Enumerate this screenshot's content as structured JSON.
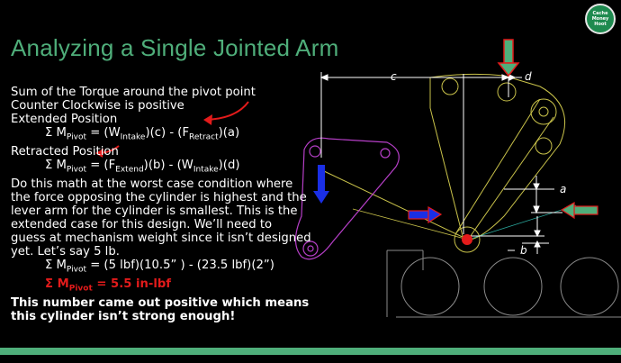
{
  "slide": {
    "title": "Analyzing a Single Jointed Arm",
    "logo_lines": [
      "Cache",
      "Money",
      "Hoot"
    ]
  },
  "body": {
    "line1": "Sum of the Torque around the pivot point",
    "line2": "Counter Clockwise is positive",
    "extended_heading": "Extended Position",
    "eq1": {
      "sigma": "Σ M",
      "sub1": "Pivot",
      "mid1": " = (W",
      "sub2": "Intake",
      "mid2": ")(c) - (F",
      "sub3": "Retract",
      "end": ")(a)"
    },
    "retracted_heading": "Retracted Position",
    "eq2": {
      "sigma": "Σ M",
      "sub1": "Pivot",
      "mid1": " = (F",
      "sub2": "Extend",
      "mid2": ")(b)  - (W",
      "sub3": "Intake",
      "end": ")(d)"
    },
    "paragraph": [
      "Do this math at the worst case condition where",
      "the force opposing the cylinder is highest and the",
      "lever arm for the cylinder is smallest. This is the",
      "extended case for this design. We’ll need to",
      "guess at mechanism weight since it isn’t designed",
      "yet. Let’s say 5 lb."
    ],
    "eq3": {
      "sigma": "Σ M",
      "sub1": "Pivot",
      "end": " = (5 lbf)(10.5” ) - (23.5 lbf)(2”)"
    },
    "result": {
      "sigma": "Σ M",
      "sub1": "Pivot",
      "end": " = 5.5 in-lbf"
    },
    "conclusion1": "This number came out positive which means",
    "conclusion2": "this cylinder isn’t strong enough!"
  },
  "diagram": {
    "labels": {
      "c": "c",
      "d": "d",
      "a": "a",
      "b": "b"
    },
    "colors": {
      "accent": "#4fae7a",
      "red": "#e31b1b",
      "blue": "#1a2fe6",
      "magenta": "#b63fc7",
      "olive": "#c9c24a"
    }
  }
}
